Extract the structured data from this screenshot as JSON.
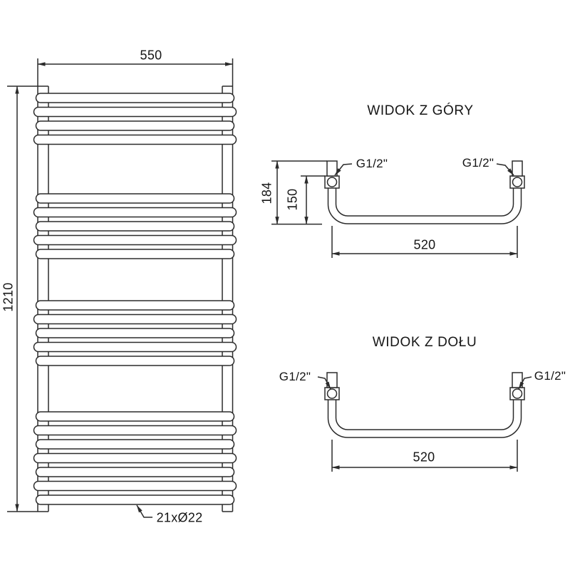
{
  "front_view": {
    "width_mm": "550",
    "height_mm": "1210",
    "tube_spec": "21xØ22",
    "rung_groups": [
      4,
      5,
      5,
      7
    ]
  },
  "top_view": {
    "title": "WIDOK Z GÓRY",
    "overall_depth_mm": "184",
    "pipe_axis_depth_mm": "150",
    "connection_spacing_mm": "520",
    "connection_left": "G1/2\"",
    "connection_right": "G1/2\""
  },
  "bottom_view": {
    "title": "WIDOK Z DOŁU",
    "connection_spacing_mm": "520",
    "connection_left": "G1/2\"",
    "connection_right": "G1/2\""
  },
  "colors": {
    "line": "#2b2b2b",
    "background": "#ffffff"
  }
}
